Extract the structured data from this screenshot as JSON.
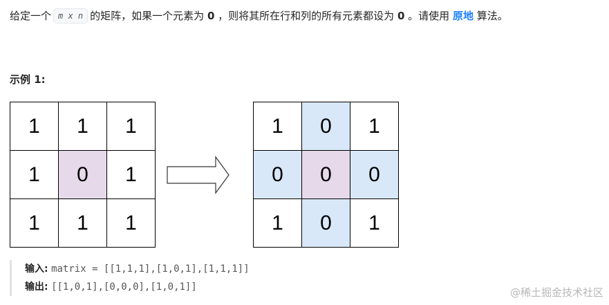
{
  "description": {
    "part1": "给定一个",
    "code": "m x n",
    "part2": "的矩阵，如果一个元素为",
    "zero1": "0",
    "part3": "，则将其所在行和列的所有元素都设为",
    "zero2": "0",
    "part4": "。请使用",
    "link": "原地",
    "part5": "算法。"
  },
  "example": {
    "title": "示例 1:",
    "input_grid": [
      [
        "1",
        "1",
        "1"
      ],
      [
        "1",
        "0",
        "1"
      ],
      [
        "1",
        "1",
        "1"
      ]
    ],
    "output_grid": [
      [
        "1",
        "0",
        "1"
      ],
      [
        "0",
        "0",
        "0"
      ],
      [
        "1",
        "0",
        "1"
      ]
    ],
    "input_label": "输入:",
    "input_value": "matrix = [[1,1,1],[1,0,1],[1,1,1]]",
    "output_label": "输出:",
    "output_value": "[[1,0,1],[0,0,0],[1,0,1]]"
  },
  "colors": {
    "zero_cell": "#e5d9ea",
    "affected_cell": "#d9e8f8",
    "link": "#1e80ff"
  },
  "watermark": "@稀土掘金技术社区"
}
